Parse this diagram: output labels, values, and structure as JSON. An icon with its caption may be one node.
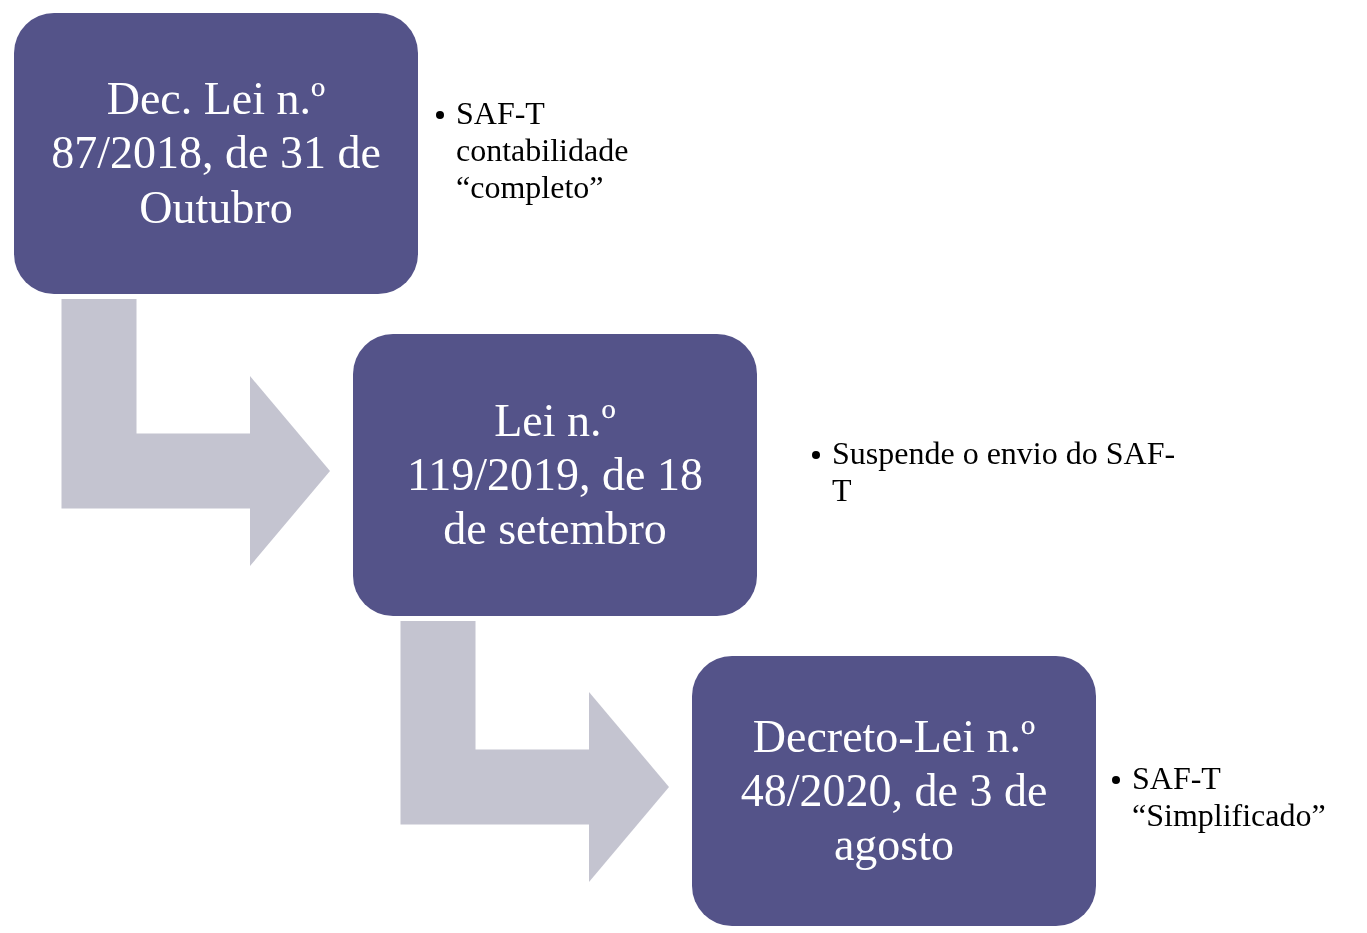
{
  "diagram": {
    "nodes": [
      {
        "text": [
          "Dec. Lei n.º 87/2018, de 31 de Outubro"
        ],
        "beside": [
          "SAF-T contabilidade “completo”"
        ]
      },
      {
        "text": [
          "Lei n.º 119/2019, de 18 de setembro"
        ],
        "beside": [
          "Suspende o envio do SAF-T"
        ]
      },
      {
        "text": [
          "Decreto-Lei n.º 48/2020, de 3 de agosto"
        ],
        "beside": [
          "SAF-T “Simplificado”"
        ]
      }
    ],
    "edges": [
      {
        "from": 0,
        "to": 1,
        "arrow": "to"
      },
      {
        "from": 1,
        "to": 2,
        "arrow": "to"
      }
    ]
  }
}
